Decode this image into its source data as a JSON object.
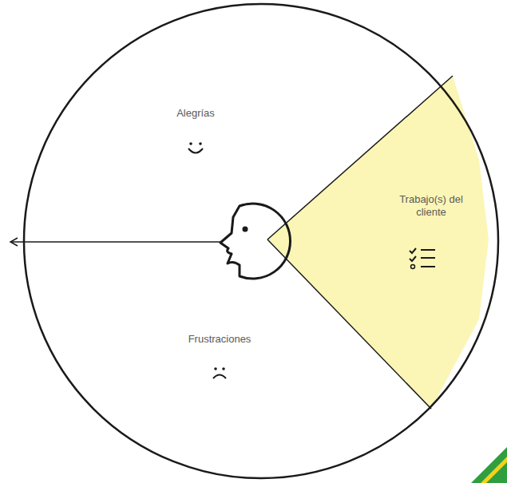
{
  "diagram": {
    "nodes": [
      {
        "text": [
          "Alegrías"
        ]
      },
      {
        "text": [
          "Trabajo(s) del cliente"
        ]
      },
      {
        "text": [
          "Frustraciones"
        ]
      }
    ]
  }
}
